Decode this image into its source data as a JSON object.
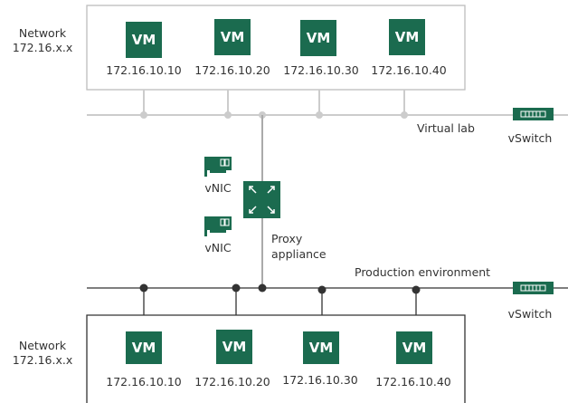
{
  "colors": {
    "vm_green": "#1b6b4f",
    "virtual_lines": "#cccccc",
    "production_lines": "#333333",
    "box_border": "#bdbdbd"
  },
  "top_network": {
    "label_line1": "Network",
    "label_line2": "172.16.x.x",
    "vms": [
      {
        "icon_label": "VM",
        "ip": "172.16.10.10"
      },
      {
        "icon_label": "VM",
        "ip": "172.16.10.20"
      },
      {
        "icon_label": "VM",
        "ip": "172.16.10.30"
      },
      {
        "icon_label": "VM",
        "ip": "172.16.10.40"
      }
    ]
  },
  "virtual_lab": {
    "label": "Virtual lab",
    "switch_label": "vSwitch",
    "switch_icon": "switch-icon"
  },
  "proxy": {
    "icon": "proxy-appliance-icon",
    "label_line1": "Proxy",
    "label_line2": "appliance",
    "nics": [
      {
        "icon": "network-card-icon",
        "label": "vNIC"
      },
      {
        "icon": "network-card-icon",
        "label": "vNIC"
      }
    ]
  },
  "production": {
    "label": "Production environment",
    "switch_label": "vSwitch",
    "switch_icon": "switch-icon"
  },
  "bottom_network": {
    "label_line1": "Network",
    "label_line2": "172.16.x.x",
    "vms": [
      {
        "icon_label": "VM",
        "ip": "172.16.10.10"
      },
      {
        "icon_label": "VM",
        "ip": "172.16.10.20"
      },
      {
        "icon_label": "VM",
        "ip": "172.16.10.30"
      },
      {
        "icon_label": "VM",
        "ip": "172.16.10.40"
      }
    ]
  }
}
